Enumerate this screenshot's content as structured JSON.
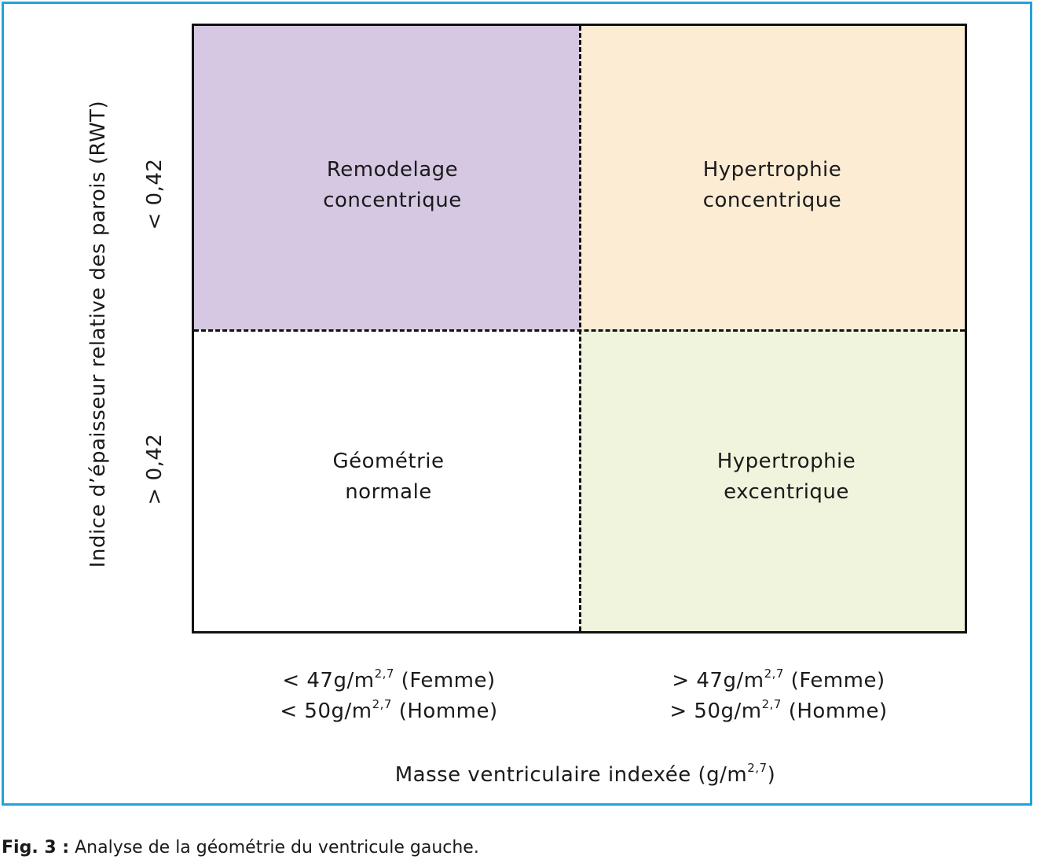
{
  "colors": {
    "frame": "#21a3dc",
    "remodelage": "#d6c8e3",
    "hypertrophie_concentrique": "#fdecd4",
    "normale": "#ffffff",
    "hypertrophie_excentrique": "#f1f4dd"
  },
  "y_axis": {
    "title": "Indice d’épaisseur relative des parois (RWT)",
    "upper_tick": "< 0,42",
    "lower_tick": "> 0,42"
  },
  "quadrants": {
    "top_left": {
      "line1": "Remodelage",
      "line2": "concentrique"
    },
    "top_right": {
      "line1": "Hypertrophie",
      "line2": "concentrique"
    },
    "bottom_left": {
      "line1": "Géométrie",
      "line2": "normale"
    },
    "bottom_right": {
      "line1": "Hypertrophie",
      "line2": "excentrique"
    }
  },
  "x_axis": {
    "left": {
      "line1_prefix": "< 47g/m",
      "line1_sup": "2,7",
      "line1_suffix": " (Femme)",
      "line2_prefix": "< 50g/m",
      "line2_sup": "2,7",
      "line2_suffix": " (Homme)"
    },
    "right": {
      "line1_prefix": "> 47g/m",
      "line1_sup": "2,7",
      "line1_suffix": " (Femme)",
      "line2_prefix": "> 50g/m",
      "line2_sup": "2,7",
      "line2_suffix": " (Homme)"
    },
    "title_prefix": "Masse ventriculaire indexée (g/m",
    "title_sup": "2,7",
    "title_suffix": ")"
  },
  "caption": {
    "label": "Fig. 3 :",
    "text": " Analyse de la géométrie du ventricule gauche."
  }
}
